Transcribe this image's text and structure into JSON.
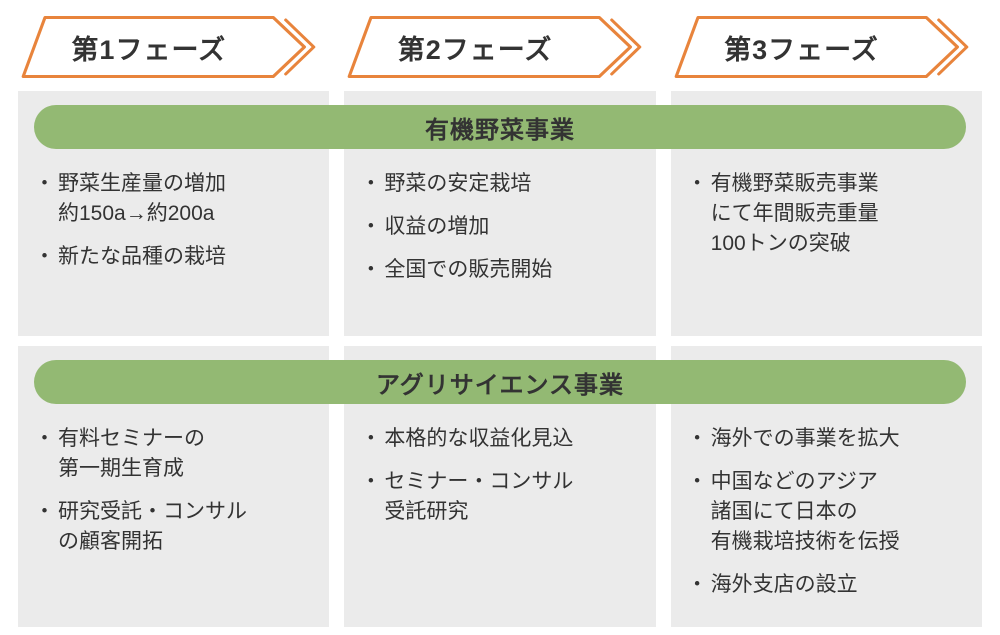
{
  "colors": {
    "accent_orange": "#E8843C",
    "banner_green": "#93B973",
    "column_gray": "#EBEBEB",
    "text_dark": "#333333"
  },
  "bullet_char": "・",
  "phases": [
    {
      "label": "第1フェーズ"
    },
    {
      "label": "第2フェーズ"
    },
    {
      "label": "第3フェーズ"
    }
  ],
  "sections": [
    {
      "title": "有機野菜事業",
      "columns": [
        {
          "items": [
            [
              "野菜生産量の増加",
              "約150a→約200a"
            ],
            [
              "新たな品種の栽培"
            ]
          ]
        },
        {
          "items": [
            [
              "野菜の安定栽培"
            ],
            [
              "収益の増加"
            ],
            [
              "全国での販売開始"
            ]
          ]
        },
        {
          "items": [
            [
              "有機野菜販売事業",
              "にて年間販売重量",
              "100トンの突破"
            ]
          ]
        }
      ]
    },
    {
      "title": "アグリサイエンス事業",
      "columns": [
        {
          "items": [
            [
              "有料セミナーの",
              "第一期生育成"
            ],
            [
              "研究受託・コンサル",
              "の顧客開拓"
            ]
          ]
        },
        {
          "items": [
            [
              "本格的な収益化見込"
            ],
            [
              "セミナー・コンサル",
              "受託研究"
            ]
          ]
        },
        {
          "items": [
            [
              "海外での事業を拡大"
            ],
            [
              "中国などのアジア",
              "諸国にて日本の",
              "有機栽培技術を伝授"
            ],
            [
              "海外支店の設立"
            ]
          ]
        }
      ]
    }
  ]
}
